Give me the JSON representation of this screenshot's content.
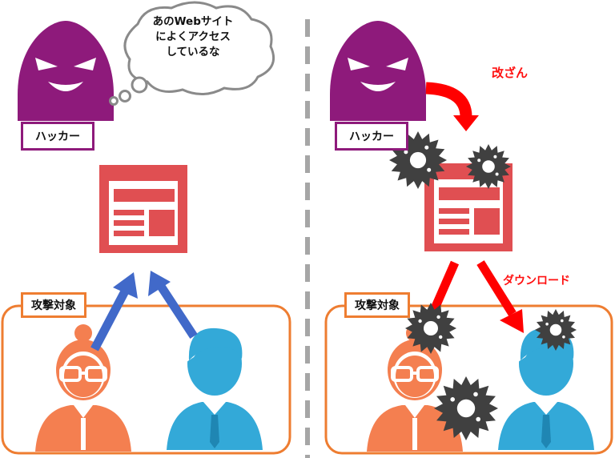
{
  "left": {
    "hacker_label": "ハッカー",
    "thought_lines": [
      "あのWebサイト",
      "によくアクセス",
      "しているな"
    ],
    "target_label": "攻撃対象"
  },
  "right": {
    "hacker_label": "ハッカー",
    "tamper_label": "改ざん",
    "download_label": "ダウンロード",
    "target_label": "攻撃対象"
  },
  "colors": {
    "hacker": "#8e1a7b",
    "website": "#e04f52",
    "target_frame": "#ee7d31",
    "person_female": "#f47f50",
    "person_male": "#33a9d8",
    "blue_arrow": "#4169c9",
    "red_arrow": "#ff0000",
    "malware": "#404040"
  }
}
